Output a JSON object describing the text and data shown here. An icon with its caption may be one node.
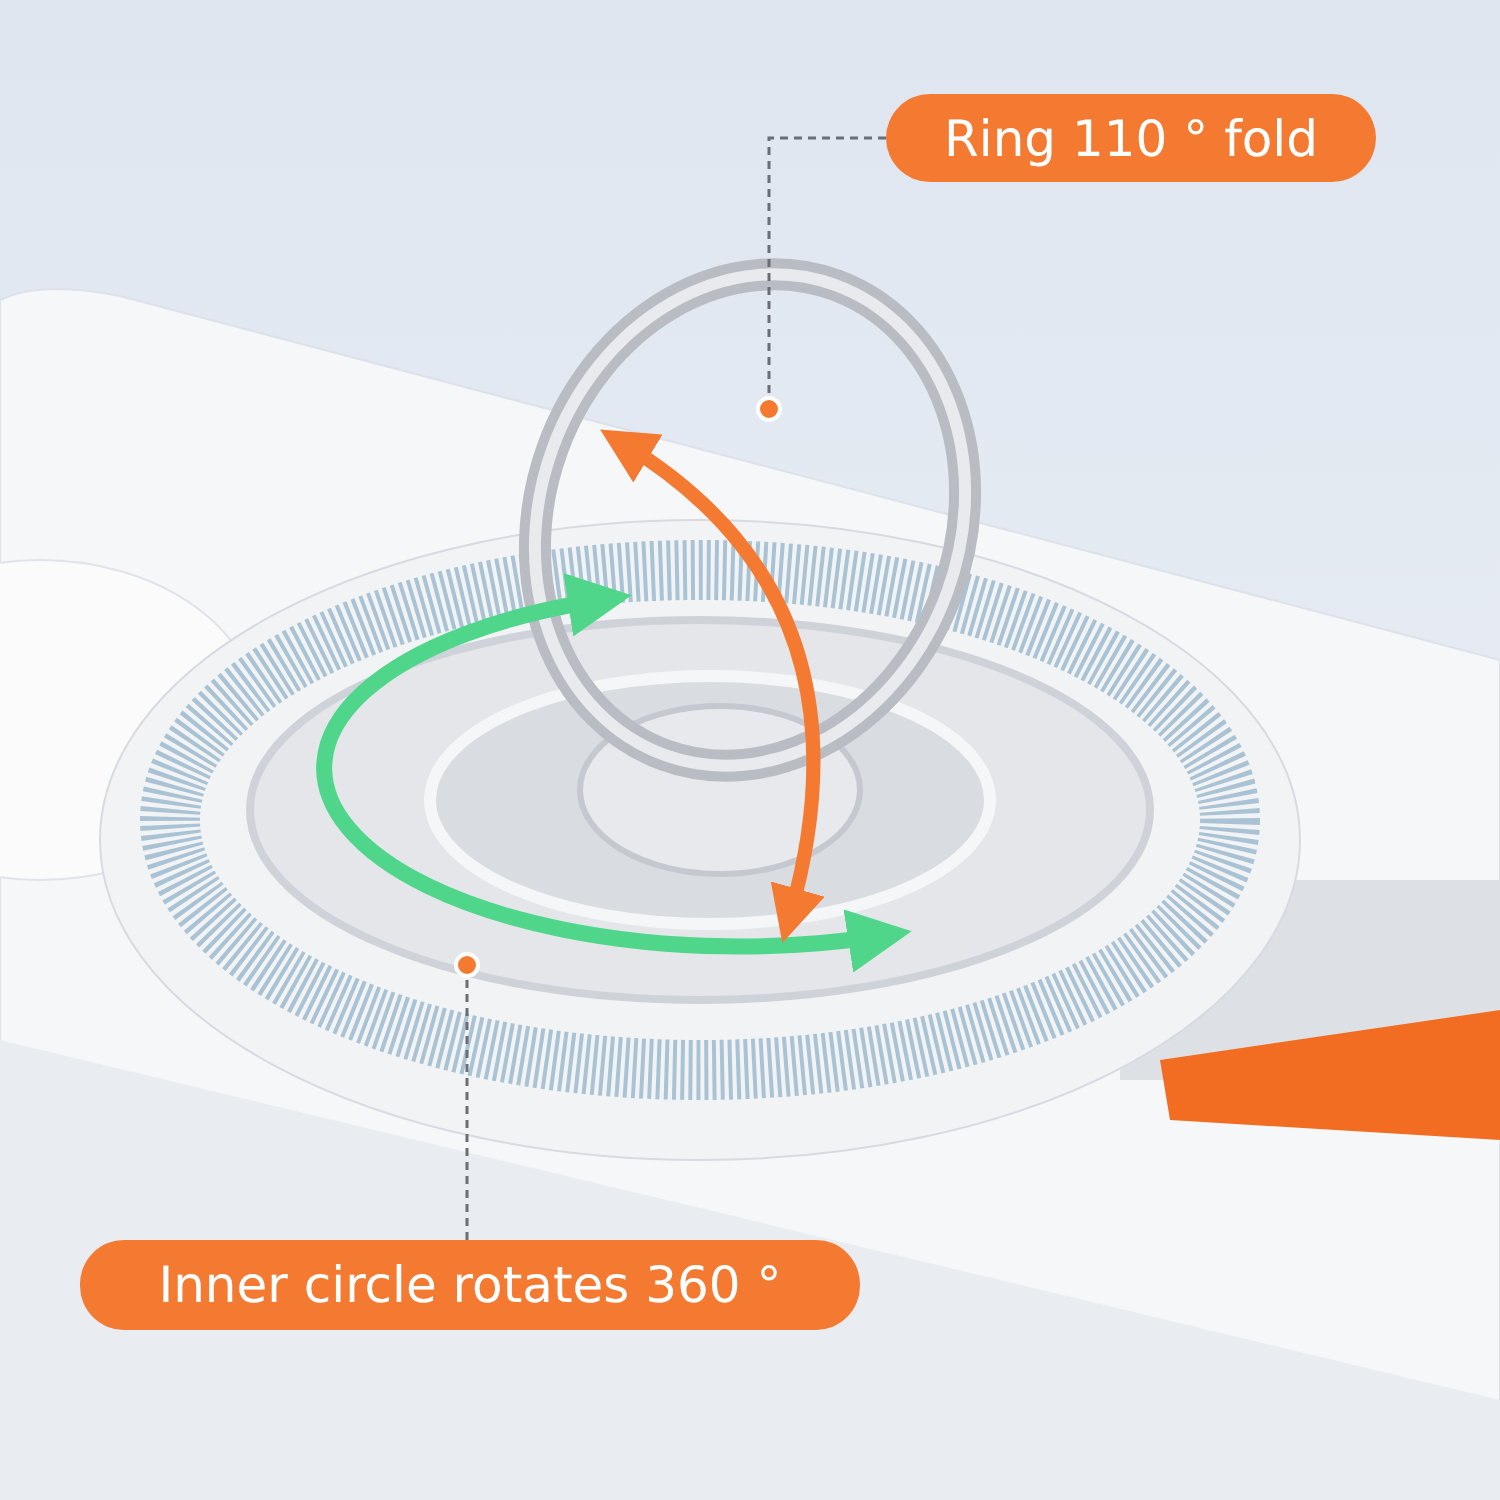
{
  "diagram": {
    "nodes": [
      {
        "text": [
          "Ring 110 ° fold"
        ]
      },
      {
        "text": [],
        "shape": "circle"
      },
      {
        "text": [],
        "shape": "circle"
      },
      {
        "text": [
          "Inner circle rotates 360 °"
        ]
      }
    ],
    "edges": [
      {
        "from": 0,
        "to": 1,
        "arrow": "none",
        "style": "dashed"
      },
      {
        "from": 3,
        "to": 2,
        "arrow": "none",
        "style": "dashed"
      }
    ]
  }
}
